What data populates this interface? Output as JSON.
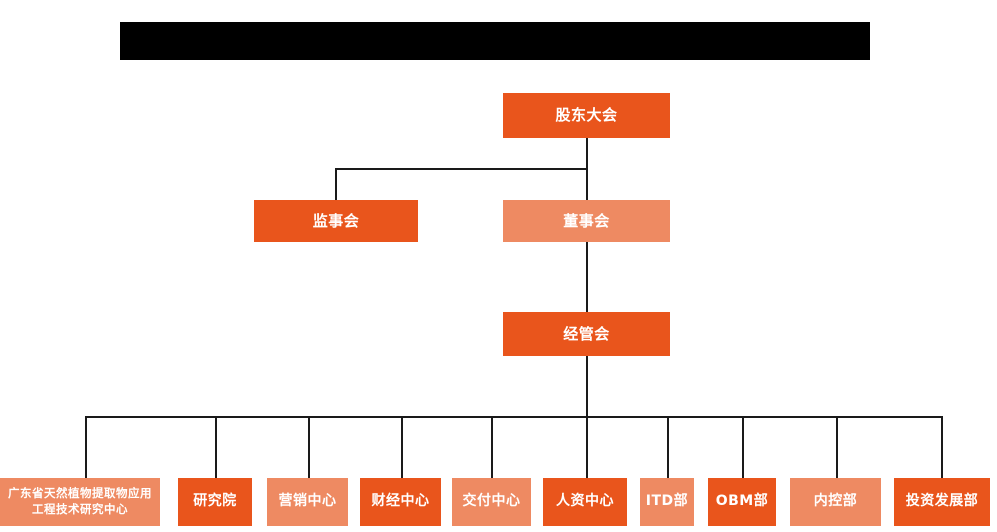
{
  "page": {
    "title_bar": {
      "name": "redacted-title-bar",
      "state": "redacted",
      "label": ""
    },
    "background_color": "#ffffff",
    "colors": {
      "accent_dark": "#E9551C",
      "accent_light": "#EE8A62",
      "connector": "#1a1a1a",
      "redaction": "#000000",
      "node_text": "#ffffff"
    }
  },
  "chart_data": {
    "type": "diagram",
    "subtype": "org-chart",
    "title": "",
    "orientation": "top-down",
    "levels": [
      {
        "level": 1,
        "nodes": [
          {
            "id": "shareholders",
            "label": "股东大会",
            "tone": "dark"
          }
        ]
      },
      {
        "level": 2,
        "nodes": [
          {
            "id": "supervisors",
            "label": "监事会",
            "tone": "dark"
          },
          {
            "id": "board",
            "label": "董事会",
            "tone": "light"
          }
        ]
      },
      {
        "level": 3,
        "nodes": [
          {
            "id": "management",
            "label": "经管会",
            "tone": "dark"
          }
        ]
      },
      {
        "level": 4,
        "nodes": [
          {
            "id": "eng-center",
            "label": "广东省天然植物提取物应用工程技术研究中心",
            "tone": "light"
          },
          {
            "id": "research-institute",
            "label": "研究院",
            "tone": "dark"
          },
          {
            "id": "marketing-center",
            "label": "营销中心",
            "tone": "light"
          },
          {
            "id": "finance-center",
            "label": "财经中心",
            "tone": "dark"
          },
          {
            "id": "delivery-center",
            "label": "交付中心",
            "tone": "light"
          },
          {
            "id": "hr-center",
            "label": "人资中心",
            "tone": "dark"
          },
          {
            "id": "itd-dept",
            "label": "ITD部",
            "tone": "light"
          },
          {
            "id": "obm-dept",
            "label": "OBM部",
            "tone": "dark"
          },
          {
            "id": "internal-control-dept",
            "label": "内控部",
            "tone": "light"
          },
          {
            "id": "investment-dev-dept",
            "label": "投资发展部",
            "tone": "dark"
          }
        ]
      }
    ],
    "edges": [
      {
        "from": "shareholders",
        "to": "supervisors"
      },
      {
        "from": "shareholders",
        "to": "board"
      },
      {
        "from": "board",
        "to": "management"
      },
      {
        "from": "management",
        "to": "eng-center"
      },
      {
        "from": "management",
        "to": "research-institute"
      },
      {
        "from": "management",
        "to": "marketing-center"
      },
      {
        "from": "management",
        "to": "finance-center"
      },
      {
        "from": "management",
        "to": "delivery-center"
      },
      {
        "from": "management",
        "to": "hr-center"
      },
      {
        "from": "management",
        "to": "itd-dept"
      },
      {
        "from": "management",
        "to": "obm-dept"
      },
      {
        "from": "management",
        "to": "internal-control-dept"
      },
      {
        "from": "management",
        "to": "investment-dev-dept"
      }
    ]
  }
}
